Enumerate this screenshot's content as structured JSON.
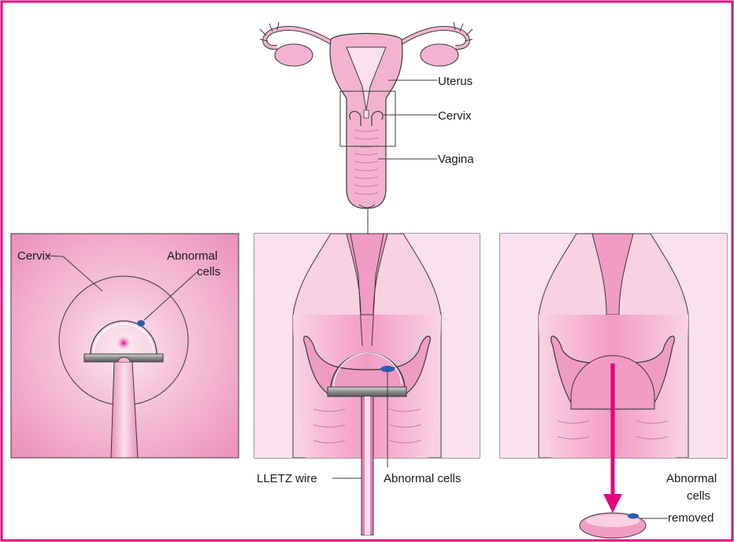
{
  "labels": {
    "uterus": "Uterus",
    "cervix_top": "Cervix",
    "vagina": "Vagina",
    "panel1_cervix": "Cervix",
    "panel1_abnormal_line1": "Abnormal",
    "panel1_abnormal_line2": "cells",
    "lletz_wire": "LLETZ wire",
    "panel2_abnormal": "Abnormal cells",
    "panel3_abnormal_line1": "Abnormal",
    "panel3_abnormal_line2": "cells",
    "panel3_abnormal_line3": "removed"
  },
  "colors": {
    "frame": "#e6007e",
    "tissue_light": "#f7c6dd",
    "tissue_mid": "#ef9cc4",
    "tissue_dark": "#e57aae",
    "outline": "#3a3a3a",
    "abnormal": "#2a5db0",
    "arrow": "#e6007e",
    "wire_metal": "#9a9a9a"
  }
}
